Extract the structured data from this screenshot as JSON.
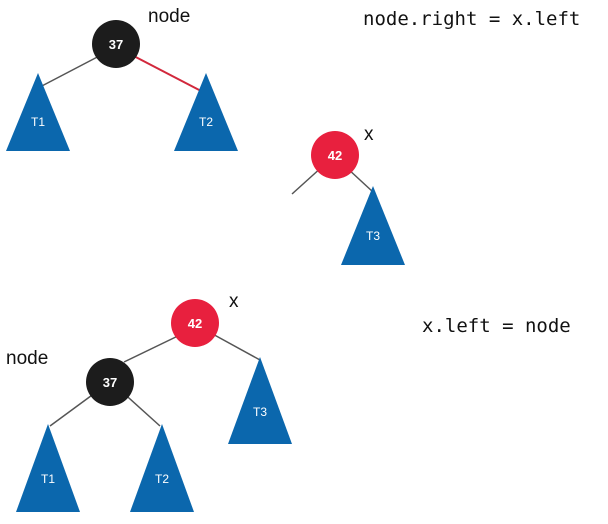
{
  "colors": {
    "black_node": "#1c1c1c",
    "red_node": "#e8203e",
    "subtree": "#0b67ad",
    "edge": "#555555",
    "red_edge": "#d2283c"
  },
  "top": {
    "code": "node.right = x.left",
    "node_label": "node",
    "x_label": "x",
    "node_value": "37",
    "x_value": "42",
    "subtree_t1": "T1",
    "subtree_t2": "T2",
    "subtree_t3": "T3"
  },
  "bottom": {
    "code": "x.left = node",
    "node_label": "node",
    "x_label": "x",
    "node_value": "37",
    "x_value": "42",
    "subtree_t1": "T1",
    "subtree_t2": "T2",
    "subtree_t3": "T3"
  }
}
